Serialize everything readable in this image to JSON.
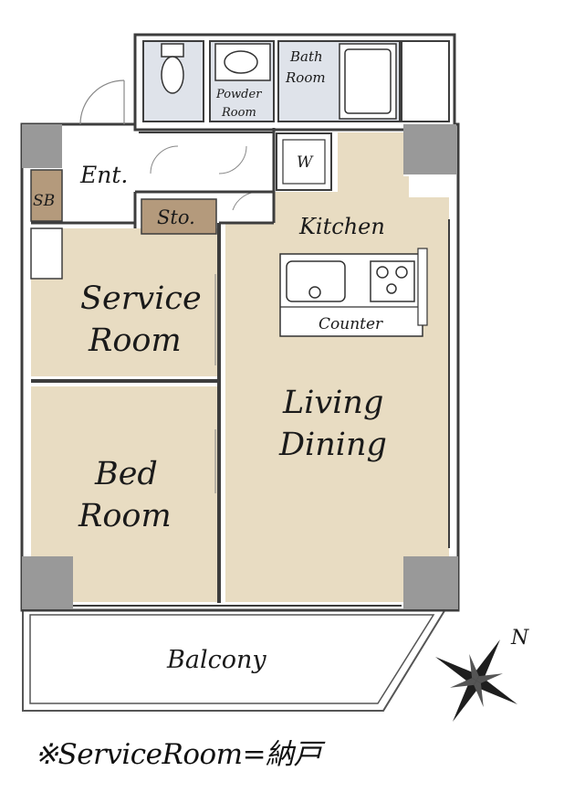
{
  "rooms": {
    "entrance": "Ent.",
    "shoe_box": "SB",
    "storage": "Sto.",
    "powder_room": [
      "Powder",
      "Room"
    ],
    "bath_room": [
      "Bath",
      "Room"
    ],
    "washer": "W",
    "kitchen": "Kitchen",
    "counter": "Counter",
    "service_room": [
      "Service",
      "Room"
    ],
    "living_dining": [
      "Living",
      "Dining"
    ],
    "bed_room": [
      "Bed",
      "Room"
    ],
    "balcony": "Balcony"
  },
  "note": "※ServiceRoom=納戸",
  "colors": {
    "floor": "#e8dcc2",
    "column": "#999999",
    "wet_area": "#dfe3ea",
    "storage": "#b49a7c",
    "wall": "#3d3d3d",
    "compass": "#1e1e1e"
  },
  "icons": [
    "toilet-icon",
    "washbasin-icon",
    "bathtub-icon",
    "sink-icon",
    "stove-icon",
    "compass-icon"
  ]
}
